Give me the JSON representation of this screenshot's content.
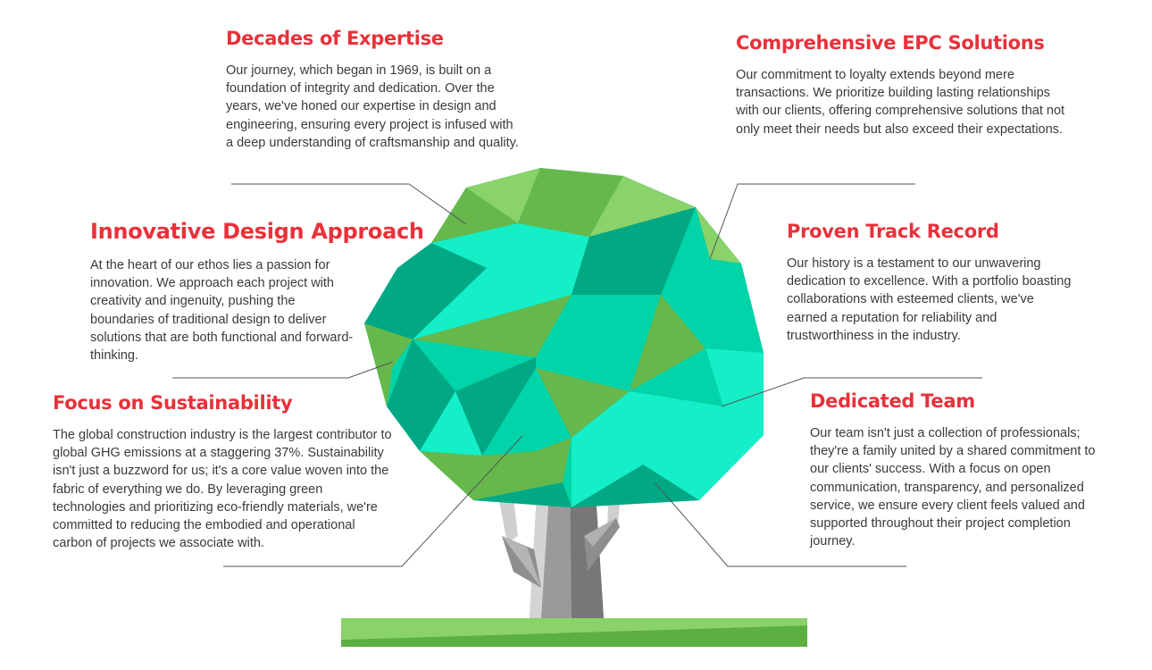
{
  "colors": {
    "heading": "#e8313a",
    "body_text": "#3a3a3a",
    "leaf_light": "#8ad26a",
    "leaf_mid": "#66b84b",
    "leaf_teal": "#00d4a8",
    "leaf_aqua": "#14efc7",
    "leaf_dark": "#00a884",
    "trunk": "#8f8f8f",
    "ground": "#6cbf48"
  },
  "sections": {
    "decades": {
      "title": "Decades of Expertise",
      "text": "Our journey, which began in 1969, is built on a foundation of integrity and dedication. Over the years, we've honed our expertise in design and engineering, ensuring every project is infused with a deep understanding of craftsmanship and quality."
    },
    "epc": {
      "title": "Comprehensive EPC Solutions",
      "text": "Our commitment to loyalty extends beyond mere transactions. We prioritize building lasting relationships with our clients, offering comprehensive solutions that not only meet their needs but also exceed their expectations."
    },
    "innovative": {
      "title": "Innovative Design Approach",
      "text": "At the heart of our ethos lies a passion for innovation. We approach each project with creativity and ingenuity, pushing the boundaries of traditional design to deliver solutions that are both functional and forward-thinking."
    },
    "proven": {
      "title": "Proven Track Record",
      "text": "Our history is a testament to our unwavering dedication to excellence. With a portfolio boasting collaborations with esteemed clients, we've earned a reputation for reliability and trustworthiness in the industry."
    },
    "sustainability": {
      "title": "Focus on Sustainability",
      "text": "The global construction industry is the largest contributor to global GHG emissions at a staggering 37%. Sustainability isn't just a buzzword for us; it's a core value woven into the fabric of everything we do. By leveraging green technologies and prioritizing eco-friendly materials, we're committed to reducing the embodied and operational carbon of projects we associate with."
    },
    "team": {
      "title": "Dedicated Team",
      "text": "Our team isn't just a collection of professionals; they're a family united by a shared commitment to our clients' success. With a focus on open communication, transparency, and personalized service, we ensure every client feels valued and supported throughout their project completion journey."
    }
  }
}
